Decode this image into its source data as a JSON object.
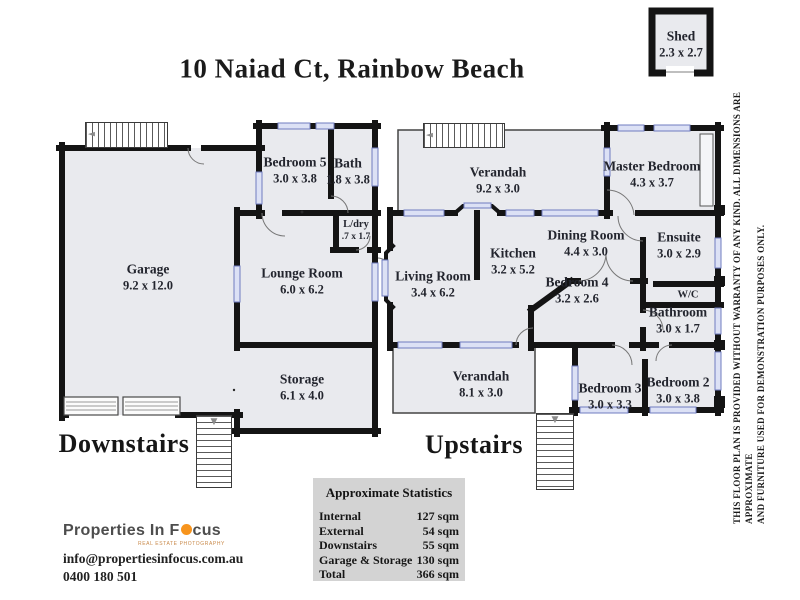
{
  "title": "10 Naiad Ct, Rainbow Beach",
  "shed": {
    "name": "Shed",
    "dims": "2.3 x 2.7"
  },
  "downstairs": {
    "label": "Downstairs",
    "rooms": {
      "garage": {
        "name": "Garage",
        "dims": "9.2 x 12.0"
      },
      "bedroom5": {
        "name": "Bedroom 5",
        "dims": "3.0 x 3.8"
      },
      "bath": {
        "name": "Bath",
        "dims": "1.8 x 3.8"
      },
      "laundry": {
        "name": "L/dry",
        "dims": ".7 x 1.7"
      },
      "lounge": {
        "name": "Lounge Room",
        "dims": "6.0 x 6.2"
      },
      "storage": {
        "name": "Storage",
        "dims": "6.1 x 4.0"
      }
    }
  },
  "upstairs": {
    "label": "Upstairs",
    "rooms": {
      "verandah_top": {
        "name": "Verandah",
        "dims": "9.2 x 3.0"
      },
      "master_bedroom": {
        "name": "Master Bedroom",
        "dims": "4.3 x 3.7"
      },
      "living": {
        "name": "Living Room",
        "dims": "3.4 x 6.2"
      },
      "kitchen": {
        "name": "Kitchen",
        "dims": "3.2 x 5.2"
      },
      "dining": {
        "name": "Dining Room",
        "dims": "4.4 x 3.0"
      },
      "ensuite": {
        "name": "Ensuite",
        "dims": "3.0 x 2.9"
      },
      "wc": {
        "name": "W/C"
      },
      "bathroom": {
        "name": "Bathroom",
        "dims": "3.0 x 1.7"
      },
      "bedroom4": {
        "name": "Bedroom 4",
        "dims": "3.2 x 2.6"
      },
      "bedroom3": {
        "name": "Bedroom 3",
        "dims": "3.0 x 3.3"
      },
      "bedroom2": {
        "name": "Bedroom 2",
        "dims": "3.0 x 3.8"
      },
      "verandah_bottom": {
        "name": "Verandah",
        "dims": "8.1 x 3.0"
      }
    }
  },
  "statistics": {
    "title": "Approximate Statistics",
    "rows": [
      {
        "label": "Internal",
        "value": "127 sqm"
      },
      {
        "label": "External",
        "value": "54 sqm"
      },
      {
        "label": "Downstairs",
        "value": "55 sqm"
      },
      {
        "label": "Garage & Storage",
        "value": "130 sqm"
      },
      {
        "label": "Total",
        "value": "366 sqm"
      }
    ]
  },
  "branding": {
    "logo_prefix": "Properties In F",
    "logo_suffix": "cus",
    "tagline": "REAL ESTATE PHOTOGRAPHY",
    "email": "info@propertiesinfocus.com.au",
    "phone": "0400 180 501"
  },
  "disclaimer": {
    "line1": "THIS FLOOR PLAN IS PROVIDED WITHOUT WARRANTY OF ANY KIND. ALL DIMENSIONS ARE APPROXIMATE",
    "line2": "AND FURNITURE USED FOR DEMONSTRATION PURPOSES ONLY."
  },
  "colors": {
    "wall": "#141414",
    "room_fill": "#e9eaee",
    "window": "#6f7cc0",
    "stats_bg": "#d3d3d3",
    "accent": "#f7941d"
  }
}
